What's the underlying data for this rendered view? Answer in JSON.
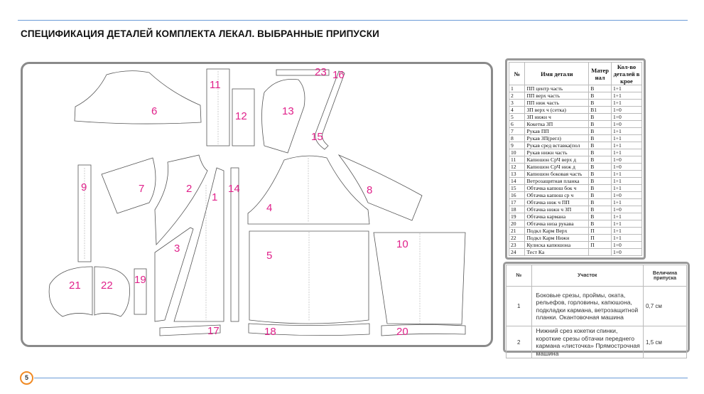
{
  "title": "СПЕЦИФИКАЦИЯ ДЕТАЛЕЙ КОМПЛЕКТА ЛЕКАЛ. ВЫБРАННЫЕ ПРИПУСКИ",
  "page_number": "5",
  "pattern_labels": [
    "1",
    "2",
    "3",
    "4",
    "5",
    "6",
    "7",
    "8",
    "9",
    "10",
    "11",
    "12",
    "13",
    "14",
    "15",
    "16",
    "17",
    "18",
    "19",
    "20",
    "21",
    "22",
    "23"
  ],
  "spec_table": {
    "headers": [
      "№",
      "Имя детали",
      "Матер нал",
      "Кол-во деталей в крое"
    ],
    "rows": [
      [
        "1",
        "ПП центр часть",
        "В",
        "1+1"
      ],
      [
        "2",
        "ПП верх часть",
        "В",
        "1+1"
      ],
      [
        "3",
        "ПП ниж часть",
        "В",
        "1+1"
      ],
      [
        "4",
        "ЗП верх ч (сетка)",
        "В1",
        "1+0"
      ],
      [
        "5",
        "ЗП нижн ч",
        "В",
        "1+0"
      ],
      [
        "6",
        "Кокетка ЗП",
        "В",
        "1+0"
      ],
      [
        "7",
        "Рукав ПП",
        "В",
        "1+1"
      ],
      [
        "8",
        "Рукав ЗП(регл)",
        "В",
        "1+1"
      ],
      [
        "9",
        "Рукав сред вставка(пол",
        "В",
        "1+1"
      ],
      [
        "10",
        "Рукав нижн часть",
        "В",
        "1+1"
      ],
      [
        "11",
        "Капюшон СрЧ верх д",
        "В",
        "1+0"
      ],
      [
        "12",
        "Капюшон СрЧ ниж д",
        "В",
        "1+0"
      ],
      [
        "13",
        "Капюшон боковая часть",
        "В",
        "1+1"
      ],
      [
        "14",
        "Ветрозащитная планка",
        "В",
        "1+1"
      ],
      [
        "15",
        "Обтачка капюш бок ч",
        "В",
        "1+1"
      ],
      [
        "16",
        "Обтачка капюш ср ч",
        "В",
        "1+0"
      ],
      [
        "17",
        "Обтачка ниж ч ПП",
        "В",
        "1+1"
      ],
      [
        "18",
        "Обтачка нижн ч ЗП",
        "В",
        "1+0"
      ],
      [
        "19",
        "Обтачка кармана",
        "В",
        "1+1"
      ],
      [
        "20",
        "Обтачка низа рукава",
        "В",
        "1+1"
      ],
      [
        "21",
        "Подкл Карм Верх",
        "П",
        "1+1"
      ],
      [
        "22",
        "Подкл Карм Нижн",
        "П",
        "1+1"
      ],
      [
        "23",
        "Кулиска капюшона",
        "П",
        "1+0"
      ],
      [
        "24",
        "Тест Ка",
        "",
        "1+0"
      ]
    ]
  },
  "allowance_table": {
    "headers": [
      "№",
      "Участок",
      "Величина припуска"
    ],
    "rows": [
      [
        "1",
        "Боковые срезы, проймы, оката, рельефов, горловины, капюшона, подкладки кармана, ветрозащитной планки. Окантовочная машина",
        "0,7 см"
      ],
      [
        "2",
        "Нижний срез кокетки спинки, короткие срезы обтачки переднего кармана «листочка» Прямострочная машина",
        "1,5 см"
      ]
    ]
  }
}
